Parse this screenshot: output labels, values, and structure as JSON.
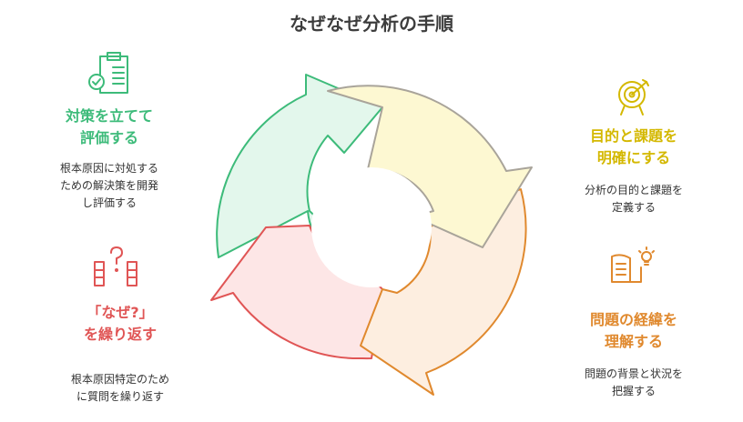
{
  "title": "なぜなぜ分析の手順",
  "steps": [
    {
      "heading": "目的と課題を\n明確にする",
      "desc": "分析の目的と課題を\n定義する",
      "color": "#d4b800",
      "icon": "target-icon"
    },
    {
      "heading": "問題の経緯を\n理解する",
      "desc": "問題の背景と状況を\n把握する",
      "color": "#e0892e",
      "icon": "book-lightbulb-icon"
    },
    {
      "heading": "「なぜ?」\nを繰り返す",
      "desc": "根本原因特定のため\nに質問を繰り返す",
      "color": "#e05555",
      "icon": "question-columns-icon"
    },
    {
      "heading": "対策を立てて\n評価する",
      "desc": "根本原因に対処する\nための解決策を開発\nし評価する",
      "color": "#3dbb7a",
      "icon": "clipboard-check-icon"
    }
  ],
  "colors": {
    "yellow_fill": "#fdf8d2",
    "yellow_stroke": "#a9a49a",
    "orange_fill": "#fdeee0",
    "orange_stroke": "#e0892e",
    "red_fill": "#fde6e6",
    "red_stroke": "#e05555",
    "green_fill": "#e3f7ec",
    "green_stroke": "#3dbb7a"
  }
}
